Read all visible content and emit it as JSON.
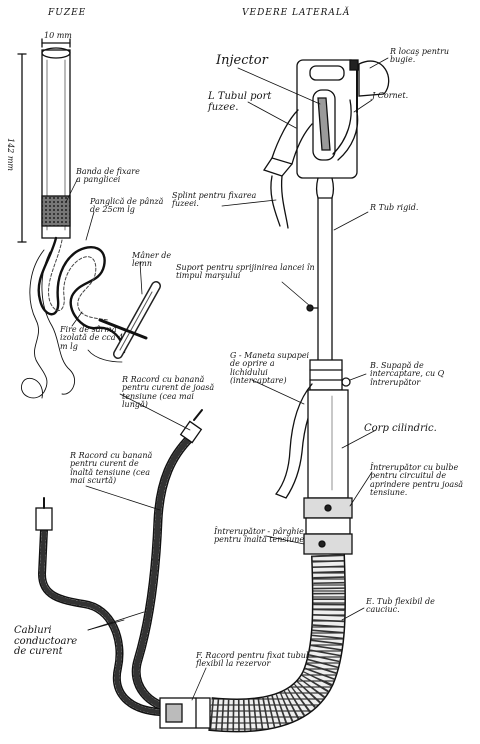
{
  "headers": {
    "left": "FUZEE",
    "right": "VEDERE LATERALĂ"
  },
  "left_fuse": {
    "width_dim": "10 mm",
    "length_dim": "142 mm",
    "tie_band": "Banda de fixare a panglicei",
    "ribbon": "Panglică de pânză de 25cm lg",
    "handle": "Mâner de lemn",
    "wires": "Fire de sârmă izolată de cca 4 m lg"
  },
  "labels": {
    "injector": "Injector",
    "fuse_tube": "L Tubul port fuzee.",
    "bougie": "R locaş pentru bugie.",
    "horn": "J Cornet.",
    "split_pin": "Splint pentru fixarea fuzeei.",
    "rigid_tube": "R Tub rigid.",
    "support": "Suport pentru sprijinirea lancei în timpul marşului",
    "low_voltage_banana": "R Racord cu banană pentru curent de joasă tensiune (cea mai lungă)",
    "valve_lever": "G - Maneta supapei de oprire a lichidului (intercaptare)",
    "valve": "B. Supapă de intercaptare, cu Q întrerupător",
    "body": "Corp cilindric.",
    "high_voltage_banana": "R Racord cu banană pentru curent de înaltă tensiune (cea mai scurtă)",
    "bulb_switch": "Întrerupător cu bulbe pentru circuitul de aprindere pentru joasă tensiune.",
    "lever_switch": "Întrerupător - pârghie pentru înaltă tensiune",
    "cables": "Cabluri conductoare de curent",
    "flex_hose": "E. Tub flexibil de cauciuc.",
    "fuel_fitting": "F. Racord pentru fixat tubul flexibil la rezervor"
  }
}
